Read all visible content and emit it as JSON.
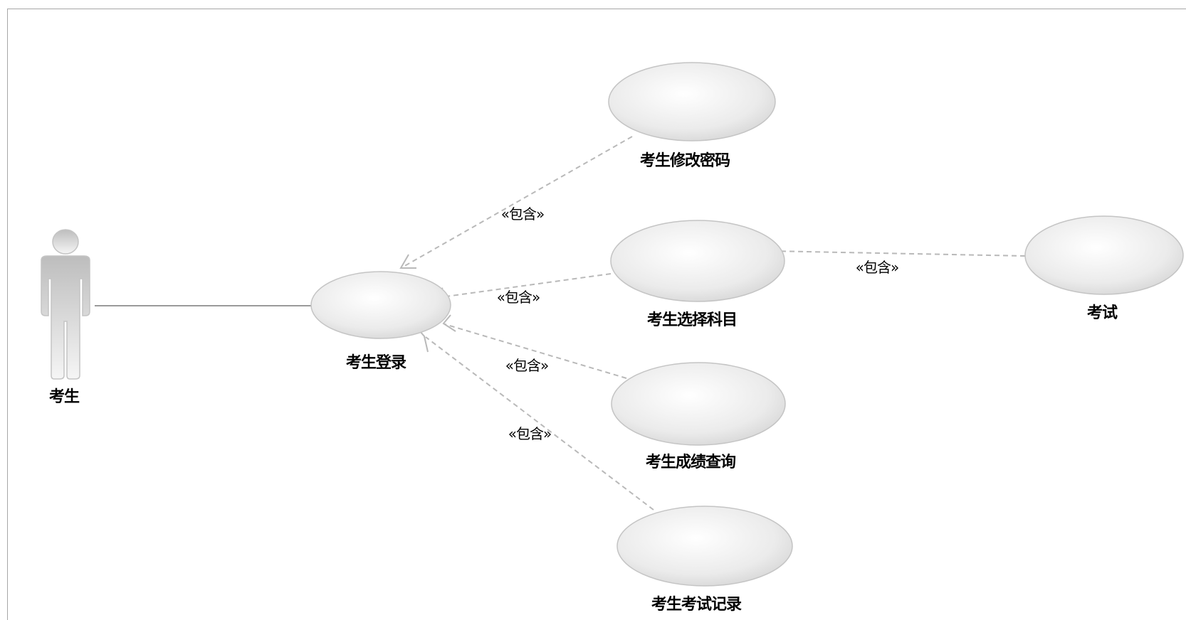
{
  "actor": {
    "name": "考生"
  },
  "use_cases": {
    "login": "考生登录",
    "change_password": "考生修改密码",
    "select_subject": "考生选择科目",
    "score_query": "考生成绩查询",
    "exam_record": "考生考试记录",
    "exam": "考试"
  },
  "relations": {
    "include_1": "«包含»",
    "include_2": "«包含»",
    "include_3": "«包含»",
    "include_4": "«包含»",
    "include_5": "«包含»"
  }
}
